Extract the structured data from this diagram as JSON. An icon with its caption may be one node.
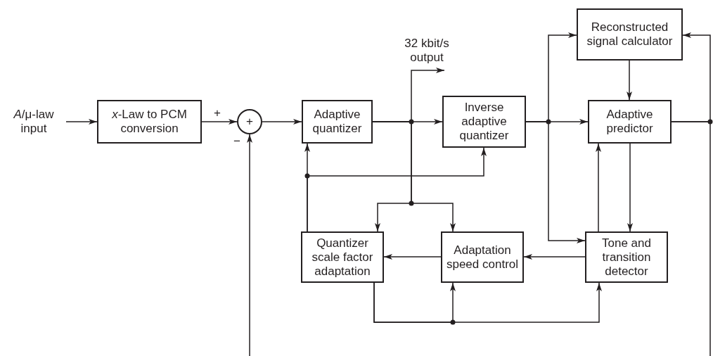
{
  "diagram": {
    "nodes": [
      {
        "text": [
          "*A*/μ-law input"
        ]
      },
      {
        "text": [
          "*x*-Law to PCM conversion"
        ]
      },
      {
        "text": [
          "+"
        ],
        "beside": [
          "+",
          "−"
        ]
      },
      {
        "text": [
          "Adaptive quantizer"
        ]
      },
      {
        "text": [
          "Inverse adaptive quantizer"
        ]
      },
      {
        "text": [
          "Reconstructed signal calculator"
        ]
      },
      {
        "text": [
          "Adaptive predictor"
        ]
      },
      {
        "text": [
          "Quantizer scale factor adaptation"
        ]
      },
      {
        "text": [
          "Adaptation speed control"
        ]
      },
      {
        "text": [
          "Tone and transition detector"
        ]
      }
    ],
    "edges": [
      {
        "from": 0,
        "to": 1,
        "arrow": "to"
      },
      {
        "from": 1,
        "to": 2,
        "arrow": "to"
      },
      {
        "from": 2,
        "to": 3,
        "arrow": "to"
      },
      {
        "from": 3,
        "to": null,
        "arrow": "to",
        "label": "32 kbit/s output"
      },
      {
        "from": 3,
        "to": 4,
        "arrow": "to"
      },
      {
        "from": 3,
        "to": 7,
        "arrow": "to"
      },
      {
        "from": 3,
        "to": 8,
        "arrow": "to"
      },
      {
        "from": 4,
        "to": 6,
        "arrow": "to"
      },
      {
        "from": 4,
        "to": 5,
        "arrow": "to"
      },
      {
        "from": 4,
        "to": 9,
        "arrow": "to"
      },
      {
        "from": 5,
        "to": 6,
        "arrow": "to"
      },
      {
        "from": 6,
        "to": 5,
        "arrow": "to"
      },
      {
        "from": 6,
        "to": null,
        "arrow": "none"
      },
      {
        "from": null,
        "to": 2,
        "arrow": "to"
      },
      {
        "from": 6,
        "to": 9,
        "arrow": "to"
      },
      {
        "from": 9,
        "to": 6,
        "arrow": "to"
      },
      {
        "from": 9,
        "to": 8,
        "arrow": "to"
      },
      {
        "from": 8,
        "to": 7,
        "arrow": "to"
      },
      {
        "from": 7,
        "to": 3,
        "arrow": "to"
      },
      {
        "from": 7,
        "to": 4,
        "arrow": "to"
      },
      {
        "from": 7,
        "to": 8,
        "arrow": "to"
      },
      {
        "from": 7,
        "to": 9,
        "arrow": "to"
      }
    ]
  }
}
